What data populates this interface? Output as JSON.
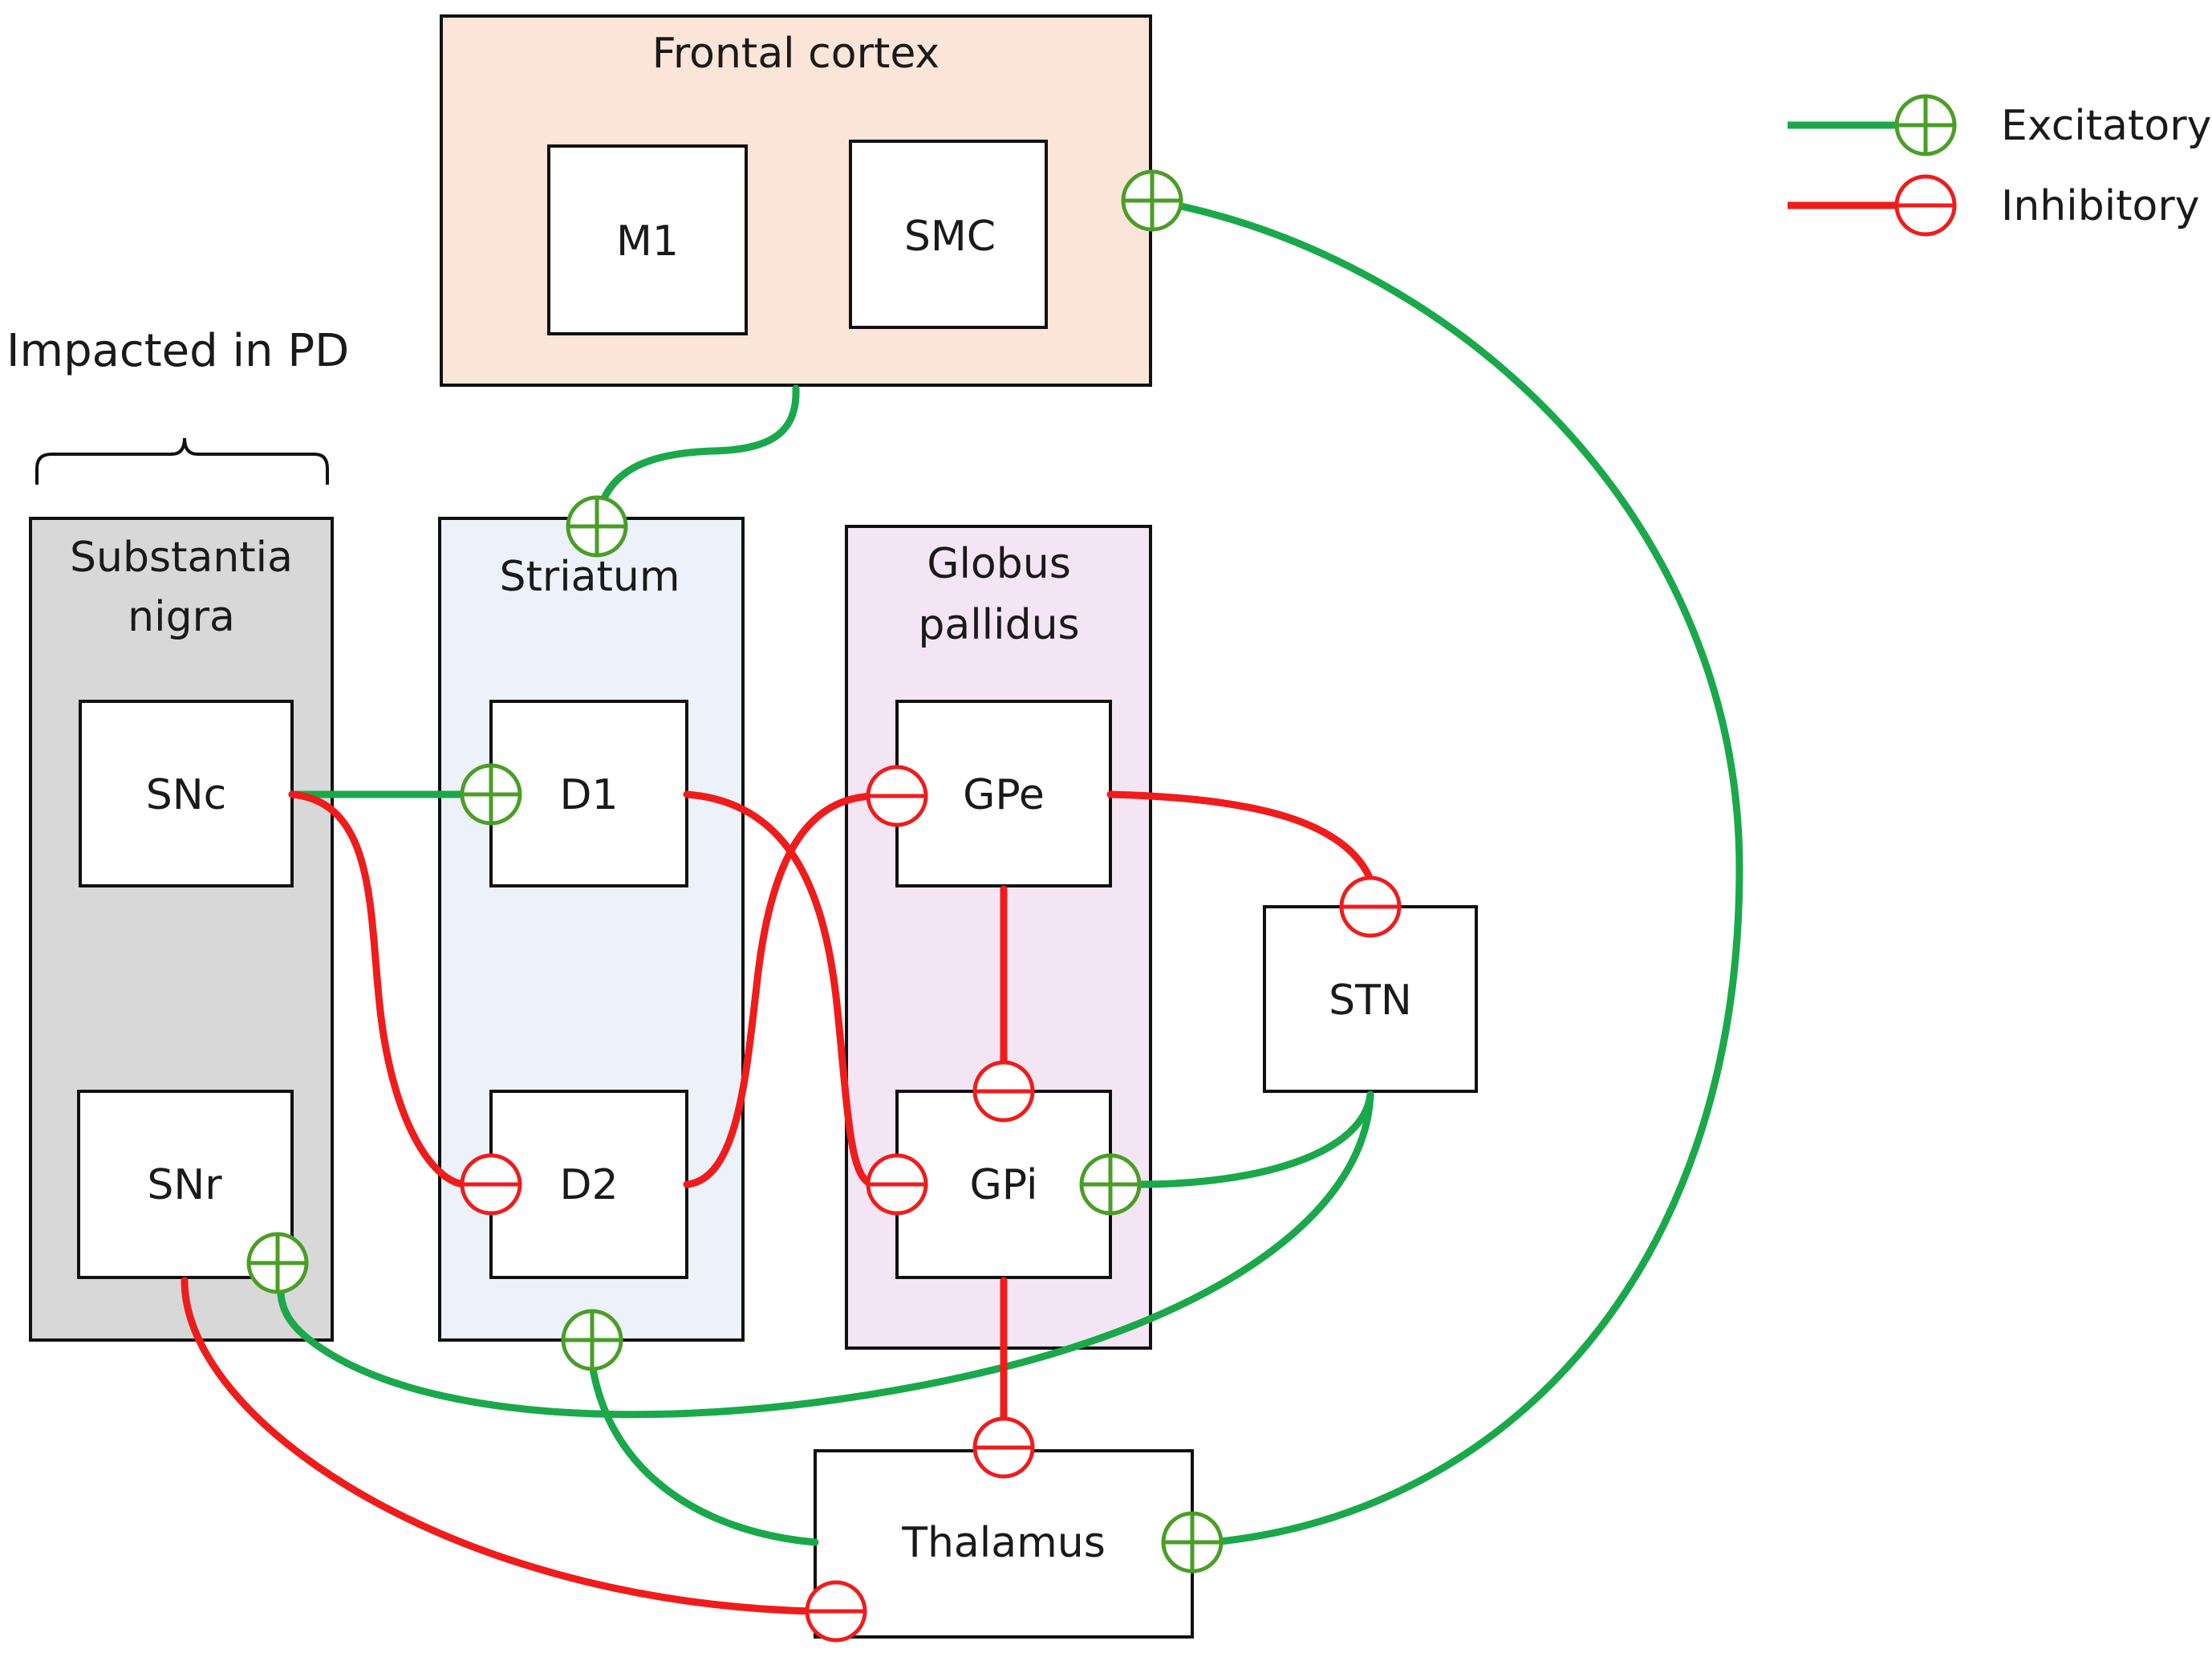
{
  "colors": {
    "excitatory": "#1aa84b",
    "inhibitory": "#ef1c1c",
    "excitatory_symbol": "#4a9e26",
    "cortex_fill": "#fbe5d8",
    "nigra_fill": "#d8d8d8",
    "striatum_fill": "#edf2fa",
    "pallidus_fill": "#f4e5f4",
    "node_fill": "#ffffff",
    "border": "#111111"
  },
  "annotation": {
    "impacted": "Impacted in PD"
  },
  "regions": {
    "frontal_cortex": "Frontal cortex",
    "substantia_nigra": [
      "Substantia",
      "nigra"
    ],
    "striatum": "Striatum",
    "globus_pallidus": [
      "Globus",
      "pallidus"
    ]
  },
  "nodes": {
    "m1": "M1",
    "smc": "SMC",
    "snc": "SNc",
    "snr": "SNr",
    "d1": "D1",
    "d2": "D2",
    "gpe": "GPe",
    "gpi": "GPi",
    "stn": "STN",
    "thalamus": "Thalamus"
  },
  "legend": {
    "excitatory": "Excitatory",
    "inhibitory": "Inhibitory"
  },
  "connections": [
    {
      "from": "Frontal cortex",
      "to": "Striatum",
      "type": "excitatory"
    },
    {
      "from": "Thalamus",
      "to": "Frontal cortex",
      "type": "excitatory"
    },
    {
      "from": "SNc",
      "to": "D1",
      "type": "excitatory"
    },
    {
      "from": "SNc",
      "to": "D2",
      "type": "inhibitory"
    },
    {
      "from": "D1",
      "to": "GPi",
      "type": "inhibitory"
    },
    {
      "from": "D2",
      "to": "GPe",
      "type": "inhibitory"
    },
    {
      "from": "GPe",
      "to": "STN",
      "type": "inhibitory"
    },
    {
      "from": "GPe",
      "to": "GPi",
      "type": "inhibitory"
    },
    {
      "from": "STN",
      "to": "GPi",
      "type": "excitatory"
    },
    {
      "from": "STN",
      "to": "SNr",
      "type": "excitatory"
    },
    {
      "from": "GPi",
      "to": "Thalamus",
      "type": "inhibitory"
    },
    {
      "from": "SNr",
      "to": "Thalamus",
      "type": "inhibitory"
    },
    {
      "from": "Thalamus",
      "to": "Striatum",
      "type": "excitatory"
    }
  ]
}
